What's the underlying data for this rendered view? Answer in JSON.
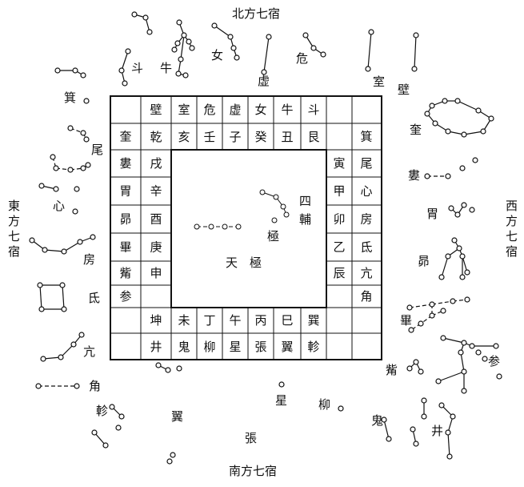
{
  "direction_labels": {
    "north": "北方七宿",
    "south": "南方七宿",
    "east": "東方七宿",
    "west": "西方七宿"
  },
  "grid": {
    "top_outer": [
      "壁",
      "室",
      "危",
      "虚",
      "女",
      "牛",
      "斗"
    ],
    "top_inner": [
      "乾",
      "亥",
      "壬",
      "子",
      "癸",
      "丑",
      "艮"
    ],
    "bottom_inner": [
      "坤",
      "未",
      "丁",
      "午",
      "丙",
      "巳",
      "巽"
    ],
    "bottom_outer": [
      "井",
      "鬼",
      "柳",
      "星",
      "張",
      "翼",
      "軫"
    ],
    "left_outer": [
      "奎",
      "婁",
      "胃",
      "昴",
      "畢",
      "觜",
      "参"
    ],
    "left_inner": [
      "戌",
      "辛",
      "酉",
      "庚",
      "申"
    ],
    "right_outer": [
      "箕",
      "尾",
      "心",
      "房",
      "氐",
      "亢",
      "角"
    ],
    "right_inner": [
      "寅",
      "甲",
      "卯",
      "乙",
      "辰"
    ]
  },
  "center": {
    "tianji": "天　極",
    "ji": "極",
    "sifu": "四輔"
  },
  "lodges": {
    "dou": "斗",
    "niu": "牛",
    "nu": "女",
    "xu": "虚",
    "wei_n": "危",
    "shi": "室",
    "bi": "壁",
    "ji_e": "箕",
    "wei_e": "尾",
    "xin": "心",
    "fang": "房",
    "di": "氐",
    "kang": "亢",
    "jiao": "角",
    "kui": "奎",
    "lou": "婁",
    "wei_w": "胃",
    "mao": "昴",
    "bi_w": "畢",
    "zi": "觜",
    "shen": "参",
    "zhen": "軫",
    "yi": "翼",
    "zhang": "張",
    "xing": "星",
    "liu": "柳",
    "gui": "鬼",
    "jing": "井"
  }
}
